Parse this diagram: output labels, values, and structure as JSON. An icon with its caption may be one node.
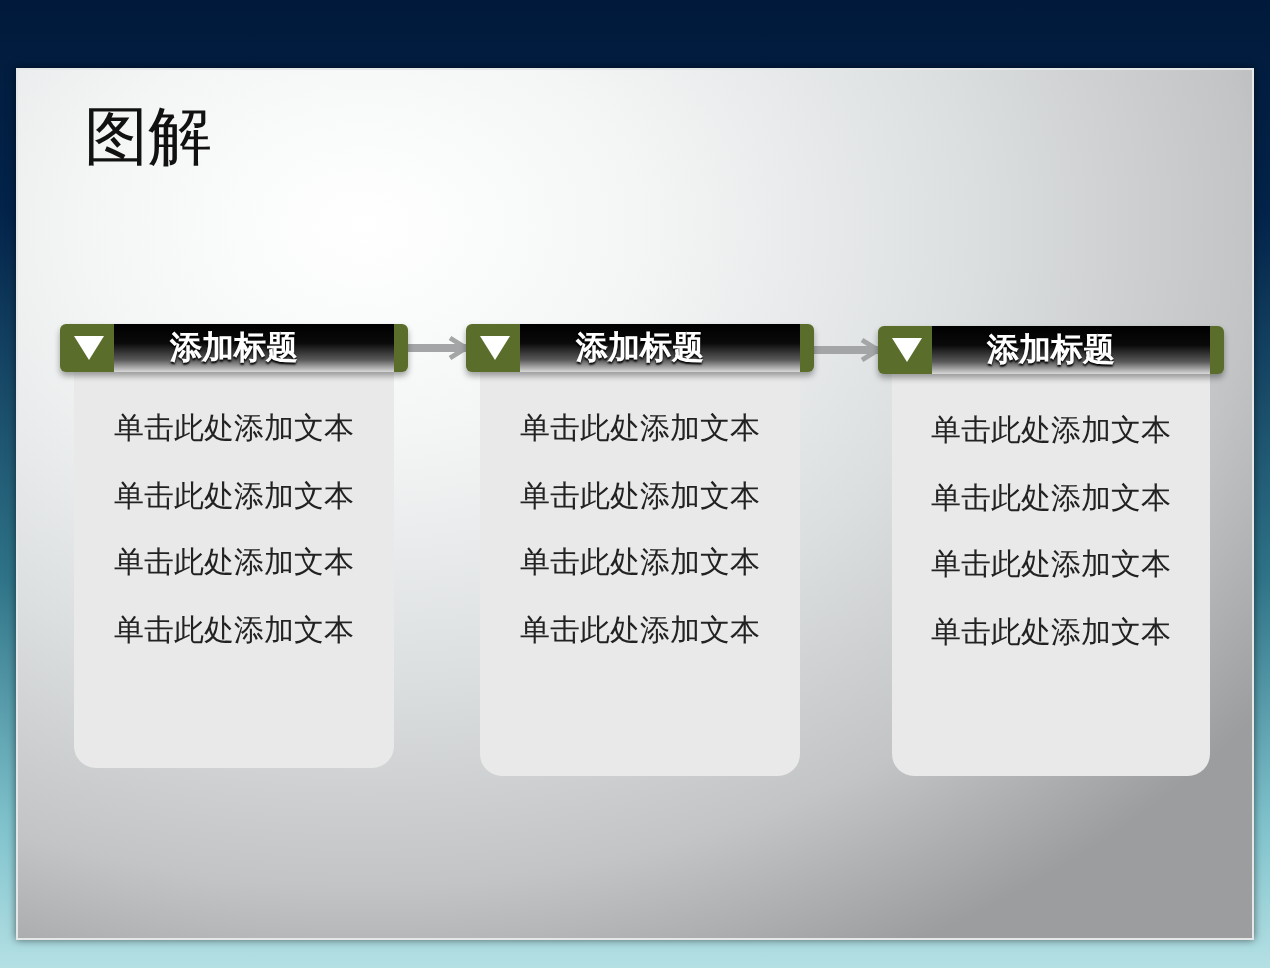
{
  "diagram": {
    "title": "图解",
    "nodes": [
      {
        "text": [
          "添加标题",
          "单击此处添加文本",
          "单击此处添加文本",
          "单击此处添加文本",
          "单击此处添加文本"
        ]
      },
      {
        "text": [
          "添加标题",
          "单击此处添加文本",
          "单击此处添加文本",
          "单击此处添加文本",
          "单击此处添加文本"
        ]
      },
      {
        "text": [
          "添加标题",
          "单击此处添加文本",
          "单击此处添加文本",
          "单击此处添加文本",
          "单击此处添加文本"
        ]
      }
    ],
    "edges": [
      {
        "from": 0,
        "to": 1,
        "arrow": "to"
      },
      {
        "from": 1,
        "to": 2,
        "arrow": "to"
      }
    ]
  }
}
